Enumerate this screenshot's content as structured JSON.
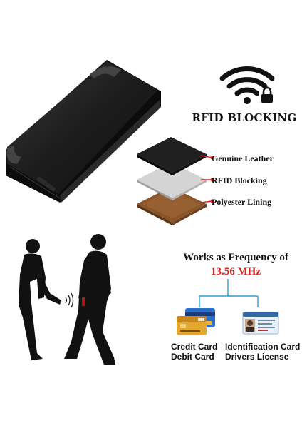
{
  "heading": "RFID BLOCKING",
  "layers": [
    {
      "label": "Genuine Leather"
    },
    {
      "label": "RFID Blocking"
    },
    {
      "label": "Polyester Lining"
    }
  ],
  "frequency": {
    "line1": "Works as Frequency of",
    "value": "13.56 MHz"
  },
  "cards": {
    "credit": {
      "line1": "Credit Card",
      "line2": "Debit Card"
    },
    "identification": {
      "line1": "Identification Card",
      "line2": "Drivers License"
    }
  },
  "colors": {
    "accent_red": "#e0201f",
    "connector_blue": "#2aa0d8",
    "leather_black": "#202020",
    "lining_brown": "#8a5528"
  },
  "icons": [
    "wifi-lock-icon"
  ]
}
